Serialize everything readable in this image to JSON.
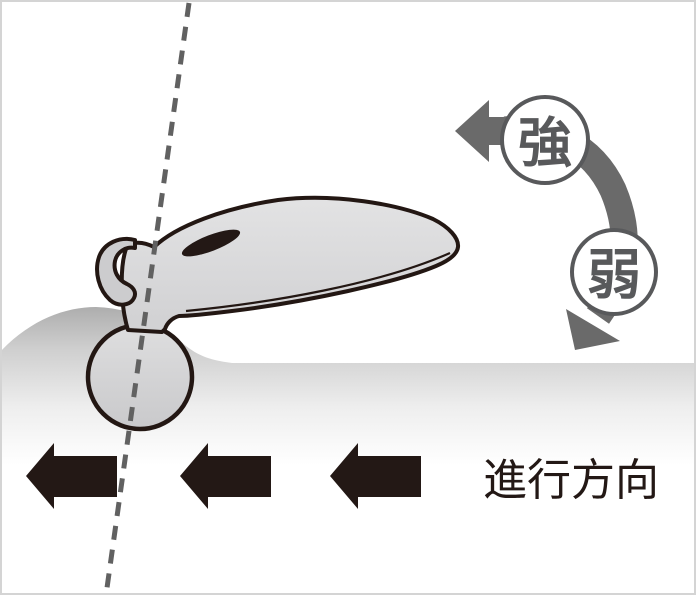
{
  "diagram": {
    "strong_label": "強",
    "weak_label": "弱",
    "direction_label": "進行方向",
    "colors": {
      "ink_black": "#231815",
      "arrow_gray": "#6a6a6a",
      "circle_stroke": "#58595b",
      "kanji_gray": "#58595b",
      "dash_gray": "#616161",
      "device_outline": "#231713",
      "device_gray": "#dcdcde",
      "skin_gray": "#a8a8a8",
      "frame_border": "#d4d4d4"
    },
    "icons": {
      "pressure_strength_arrow": "curved-arrow-strong-to-weak",
      "travel_direction_arrows": "left-arrow-x3",
      "center_axis": "vertical-dashed-line"
    }
  }
}
